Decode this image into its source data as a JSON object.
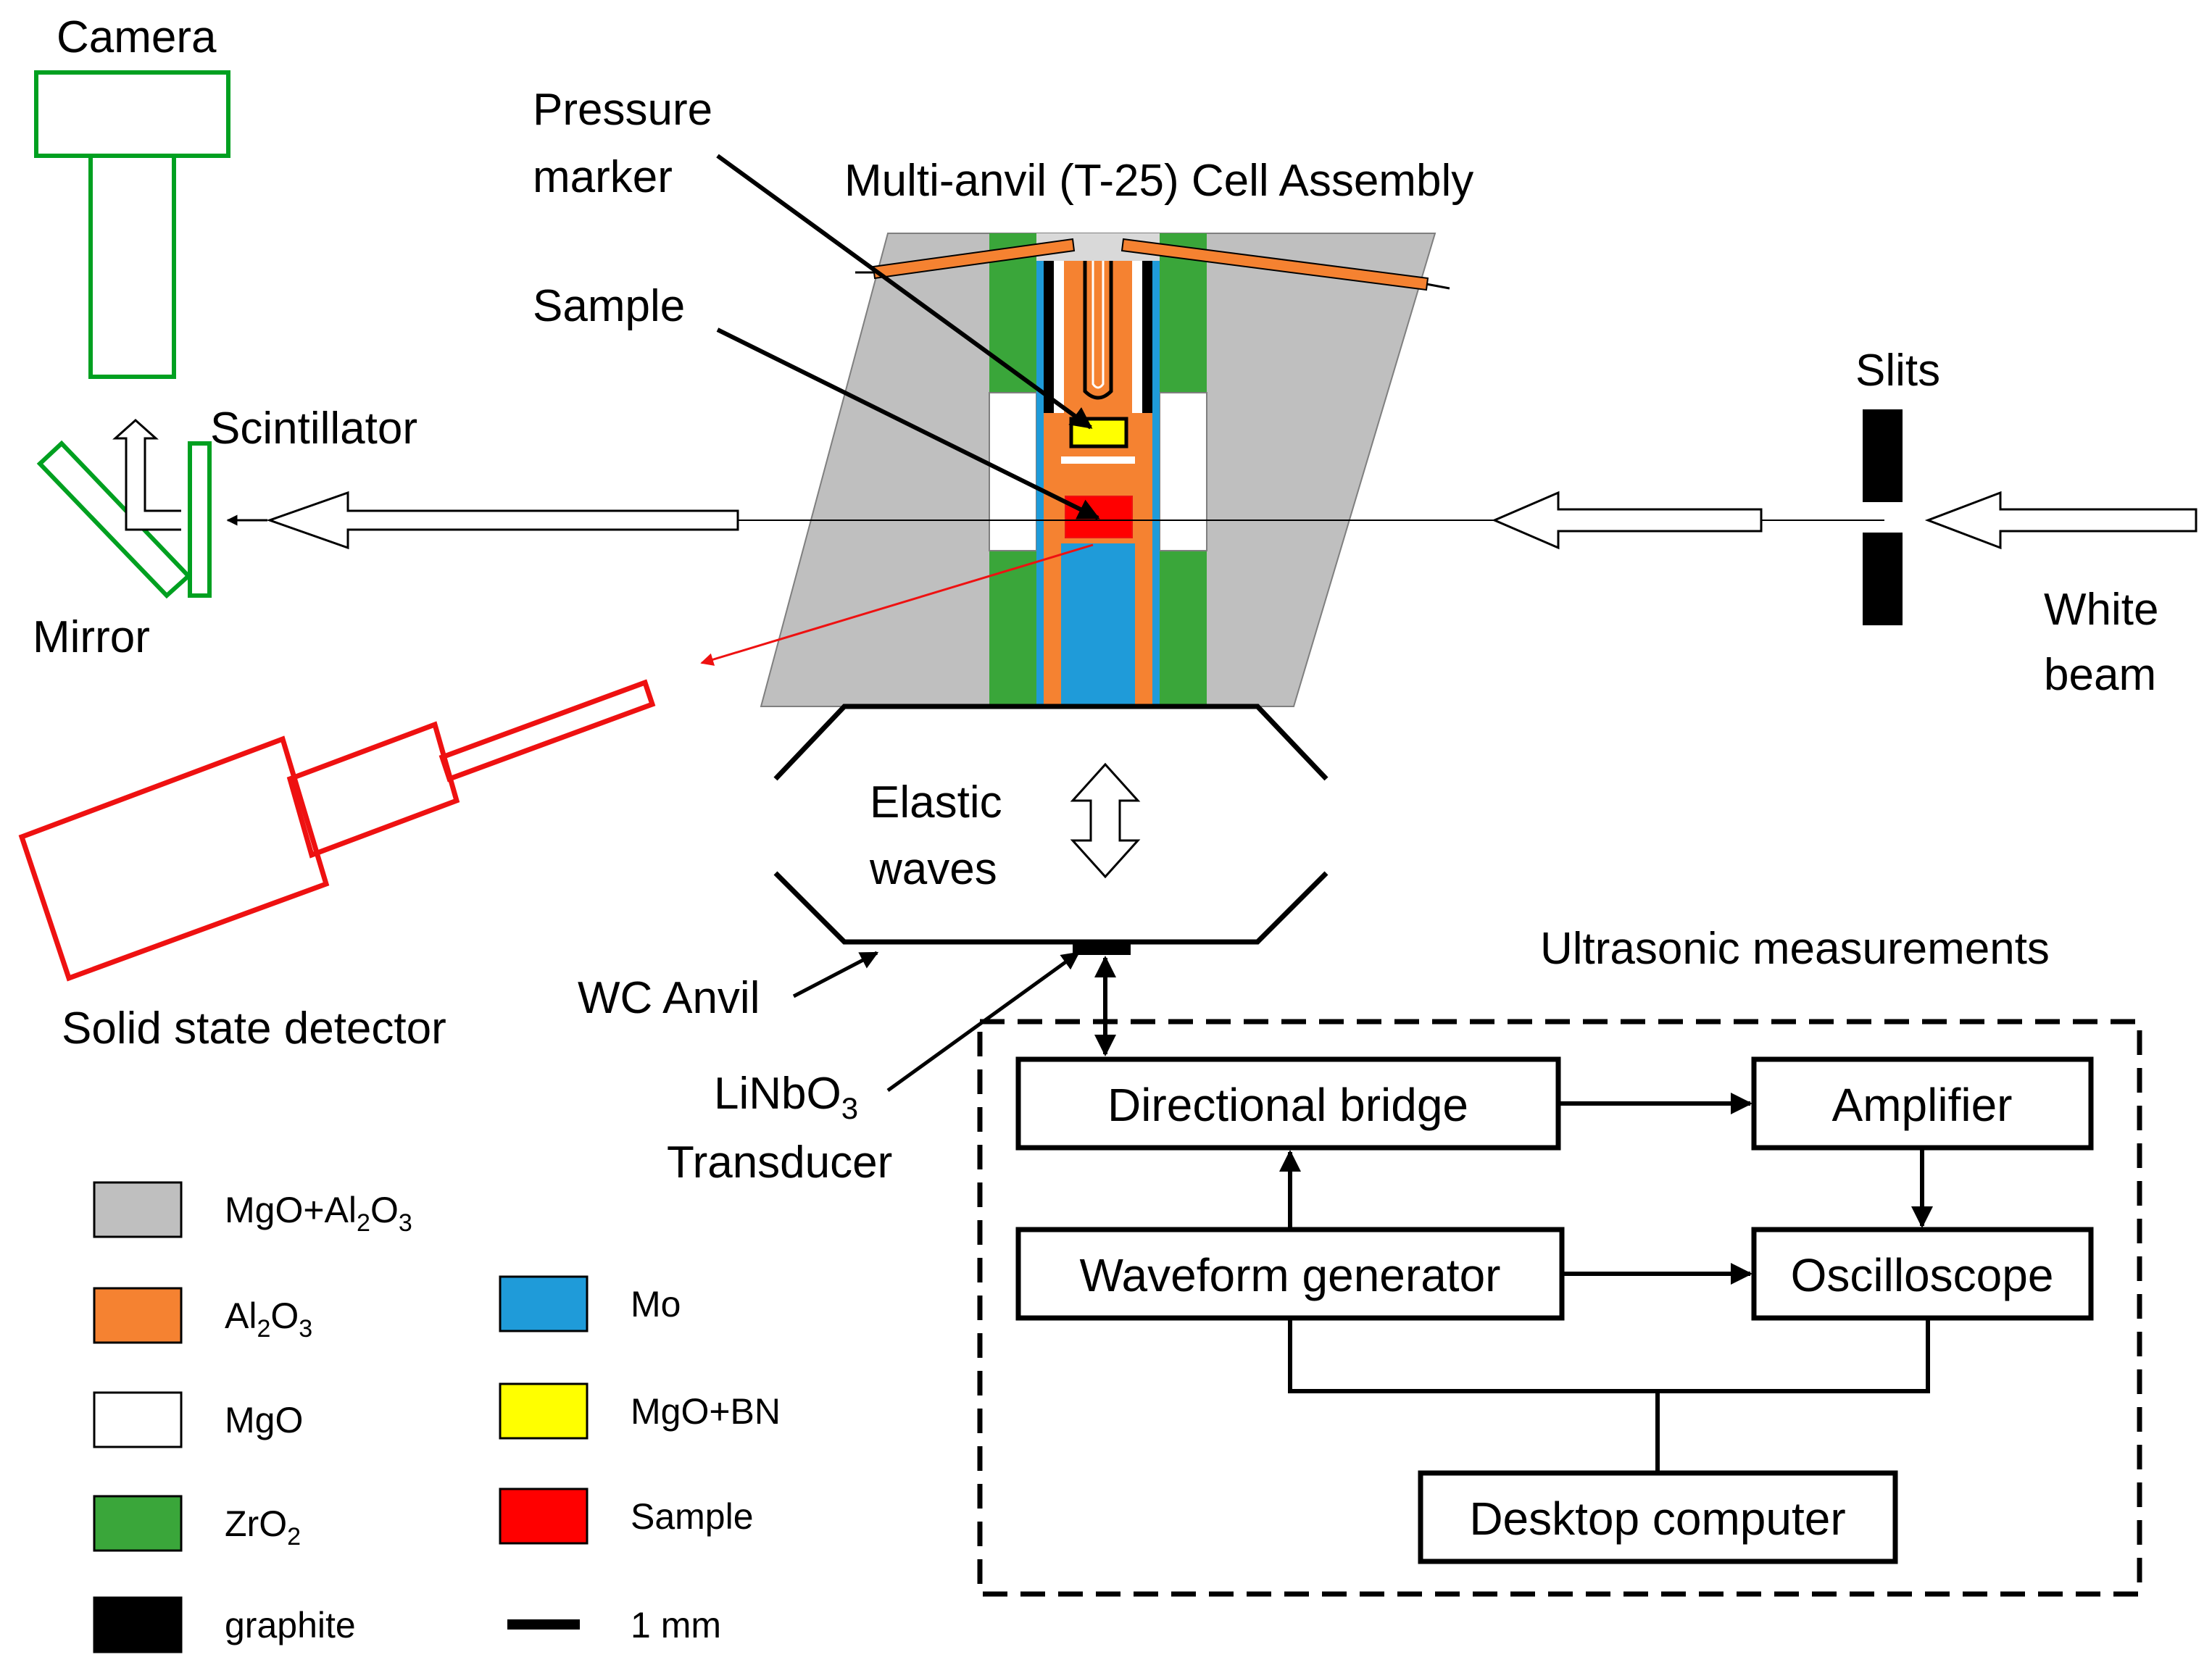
{
  "labels": {
    "camera": "Camera",
    "pressure_marker_1": "Pressure",
    "pressure_marker_2": "marker",
    "cell_assembly": "Multi-anvil (T-25) Cell Assembly",
    "sample": "Sample",
    "scintillator": "Scintillator",
    "mirror": "Mirror",
    "slits": "Slits",
    "white_beam_1": "White",
    "white_beam_2": "beam",
    "elastic_waves_1": "Elastic",
    "elastic_waves_2": "waves",
    "solid_state_detector": "Solid state detector",
    "wc_anvil": "WC Anvil",
    "transducer_1a": "LiNbO",
    "transducer_1sub": "3",
    "transducer_2": "Transducer",
    "ultrasonic": "Ultrasonic measurements"
  },
  "boxes": {
    "directional_bridge": "Directional bridge",
    "amplifier": "Amplifier",
    "waveform_generator": "Waveform generator",
    "oscilloscope": "Oscilloscope",
    "desktop_computer": "Desktop computer"
  },
  "legend": [
    {
      "parts": [
        "MgO+Al",
        "2",
        "O",
        "3"
      ],
      "color": "#bfbfbf"
    },
    {
      "parts": [
        "Al",
        "2",
        "O",
        "3"
      ],
      "color": "#f58231"
    },
    {
      "parts": [
        "MgO"
      ],
      "color": "#ffffff"
    },
    {
      "parts": [
        "ZrO",
        "2"
      ],
      "color": "#3aa63a"
    },
    {
      "parts": [
        "graphite"
      ],
      "color": "#000000"
    },
    {
      "parts": [
        "Mo"
      ],
      "color": "#1f9bd9"
    },
    {
      "parts": [
        "MgO+BN"
      ],
      "color": "#ffff00"
    },
    {
      "parts": [
        "Sample"
      ],
      "color": "#ff0000"
    },
    {
      "parts": [
        "1 mm"
      ],
      "color": "#000000"
    }
  ],
  "colors": {
    "camera_optics": "#00a020",
    "detector": "#ee1111",
    "gray": "#bfbfbf",
    "orange": "#f58231",
    "green": "#3aa63a",
    "blue": "#1f9bd9",
    "yellow": "#ffff00",
    "red": "#ff0000"
  }
}
